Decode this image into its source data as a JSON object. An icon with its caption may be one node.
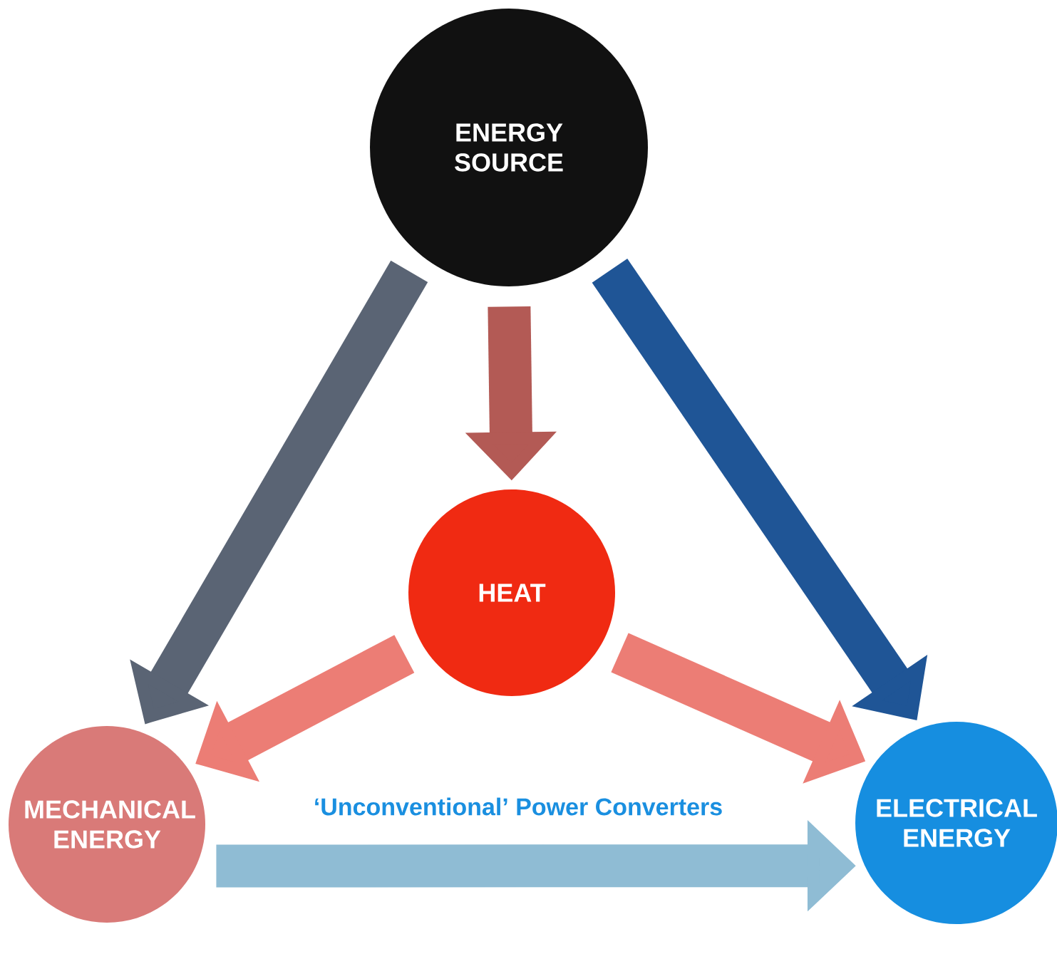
{
  "diagram": {
    "title": "‘Unconventional’ Power Converters",
    "nodes": [
      {
        "text": [
          "ENERGY SOURCE"
        ]
      },
      {
        "text": [
          "HEAT"
        ]
      },
      {
        "text": [
          "MECHANICAL ENERGY"
        ]
      },
      {
        "text": [
          "ELECTRICAL ENERGY"
        ]
      }
    ],
    "edges": [
      {
        "from": 0,
        "to": 1,
        "arrow": "to",
        "color": "#b35a55"
      },
      {
        "from": 0,
        "to": 2,
        "arrow": "to",
        "color": "#5a6474"
      },
      {
        "from": 0,
        "to": 3,
        "arrow": "to",
        "color": "#1f5596"
      },
      {
        "from": 1,
        "to": 2,
        "arrow": "to",
        "color": "#ec7d75"
      },
      {
        "from": 1,
        "to": 3,
        "arrow": "to",
        "color": "#ec7d75"
      },
      {
        "from": 2,
        "to": 3,
        "arrow": "to",
        "color": "#8fbcd4"
      }
    ]
  }
}
